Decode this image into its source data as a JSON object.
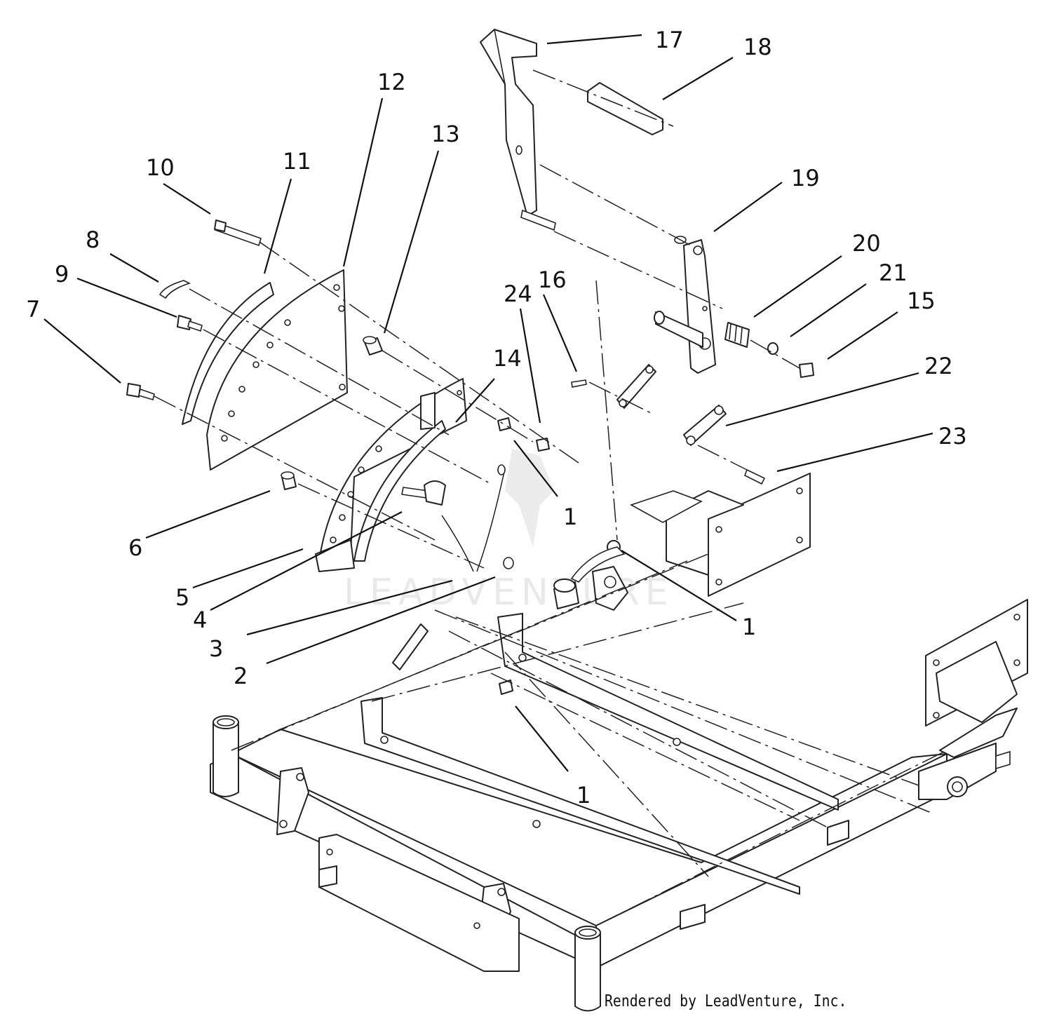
{
  "diagram": {
    "callouts": [
      "17",
      "18",
      "12",
      "13",
      "10",
      "11",
      "19",
      "8",
      "20",
      "9",
      "21",
      "16",
      "24",
      "15",
      "7",
      "14",
      "22",
      "23",
      "1",
      "6",
      "1",
      "5",
      "4",
      "3",
      "2",
      "1"
    ],
    "watermark": "LEADVENTURE",
    "credit": "Rendered by LeadVenture, Inc."
  }
}
